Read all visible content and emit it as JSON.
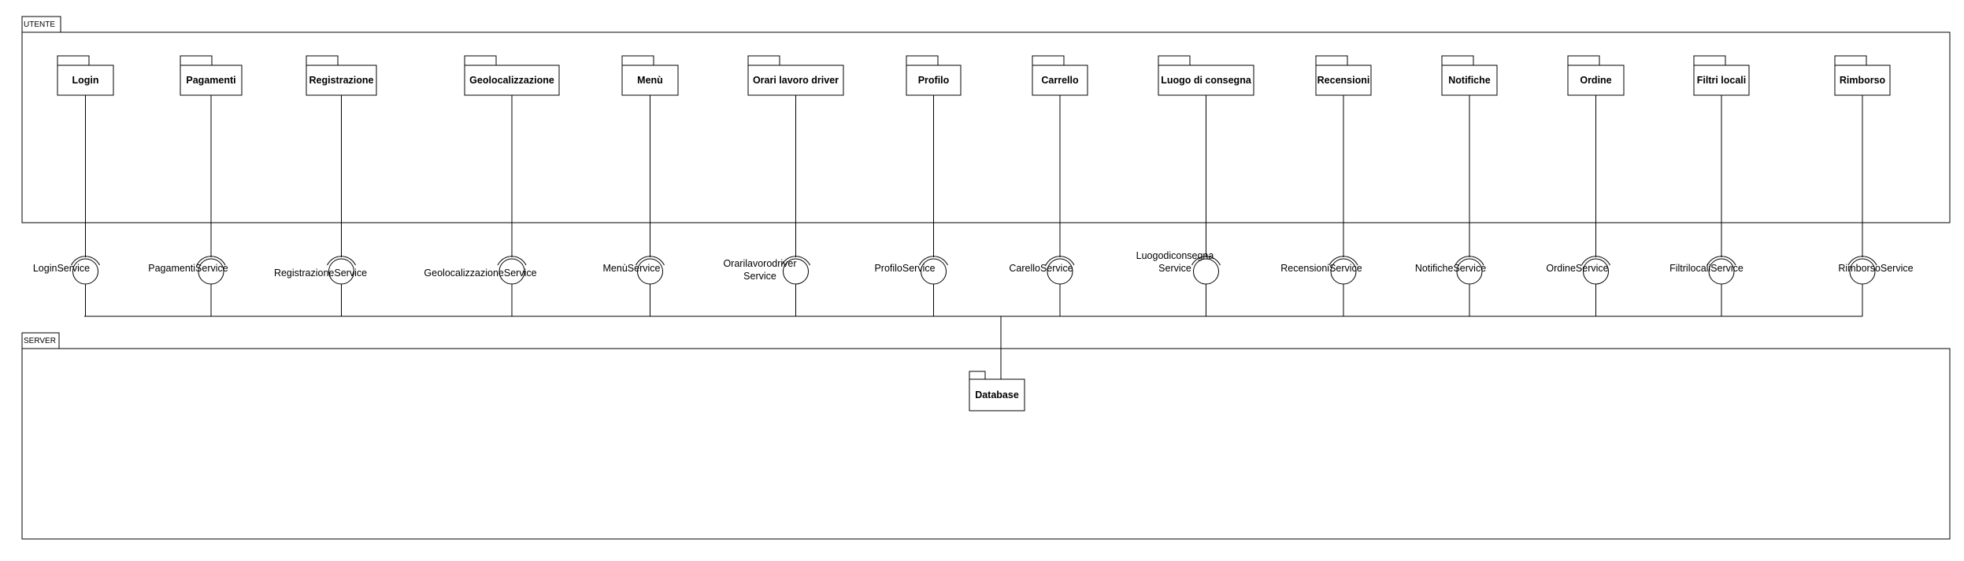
{
  "frames": {
    "client": {
      "label": "UTENTE"
    },
    "server": {
      "label": "SERVER"
    }
  },
  "modules": [
    {
      "name": "Login",
      "service": [
        "LoginService"
      ]
    },
    {
      "name": "Pagamenti",
      "service": [
        "PagamentiService"
      ]
    },
    {
      "name": "Registrazione",
      "service": [
        "RegistrazioneService"
      ]
    },
    {
      "name": "Geolocalizzazione",
      "service": [
        "GeolocalizzazioneService"
      ]
    },
    {
      "name": "Menù",
      "service": [
        "MenùService"
      ]
    },
    {
      "name": "Orari lavoro driver",
      "service": [
        "Orarilavorodriver",
        "Service"
      ]
    },
    {
      "name": "Profilo",
      "service": [
        "ProfiloService"
      ]
    },
    {
      "name": "Carrello",
      "service": [
        "CarelloService"
      ]
    },
    {
      "name": "Luogo di consegna",
      "service": [
        "Luogodiconsegna",
        "Service"
      ]
    },
    {
      "name": "Recensioni",
      "service": [
        "RecensioniService"
      ]
    },
    {
      "name": "Notifiche",
      "service": [
        "NotificheService"
      ]
    },
    {
      "name": "Ordine",
      "service": [
        "OrdineService"
      ]
    },
    {
      "name": "Filtri locali",
      "service": [
        "FiltrilocaliService"
      ]
    },
    {
      "name": "Rimborso",
      "service": [
        "RimborsoService"
      ]
    }
  ],
  "database": {
    "label": "Database"
  }
}
